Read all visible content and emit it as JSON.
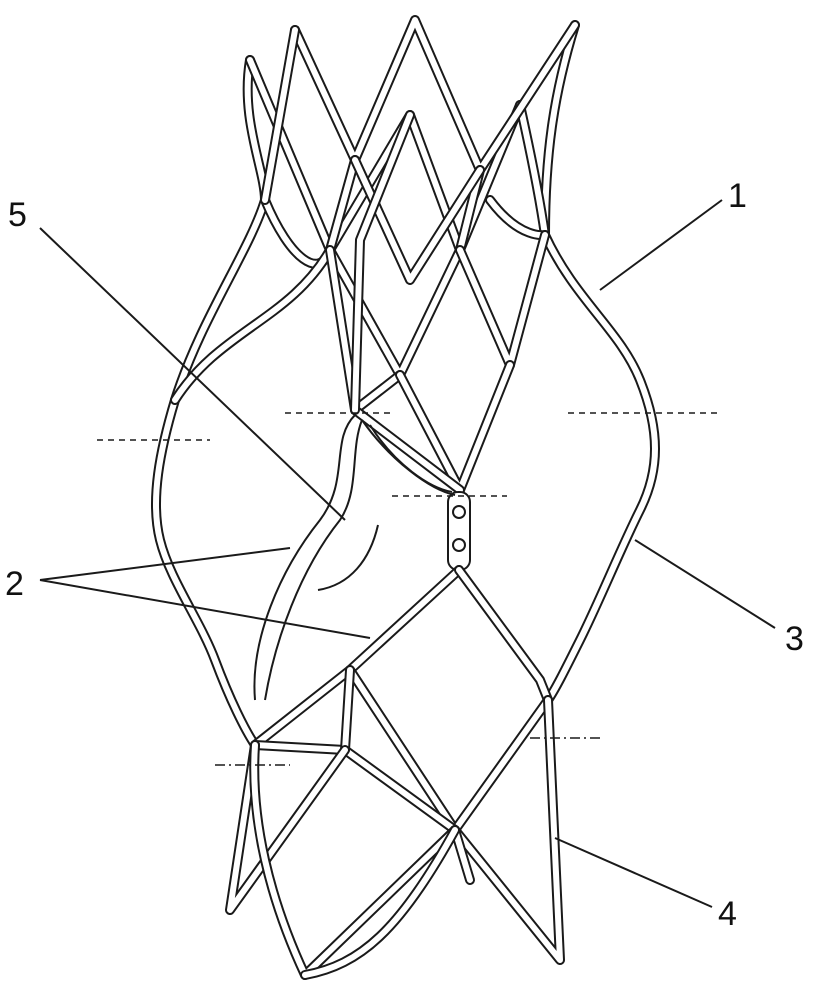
{
  "labels": {
    "frame": "1",
    "leaflet_commissure": "2",
    "mid_section": "3",
    "outflow_struts": "4",
    "leaflet": "5"
  }
}
